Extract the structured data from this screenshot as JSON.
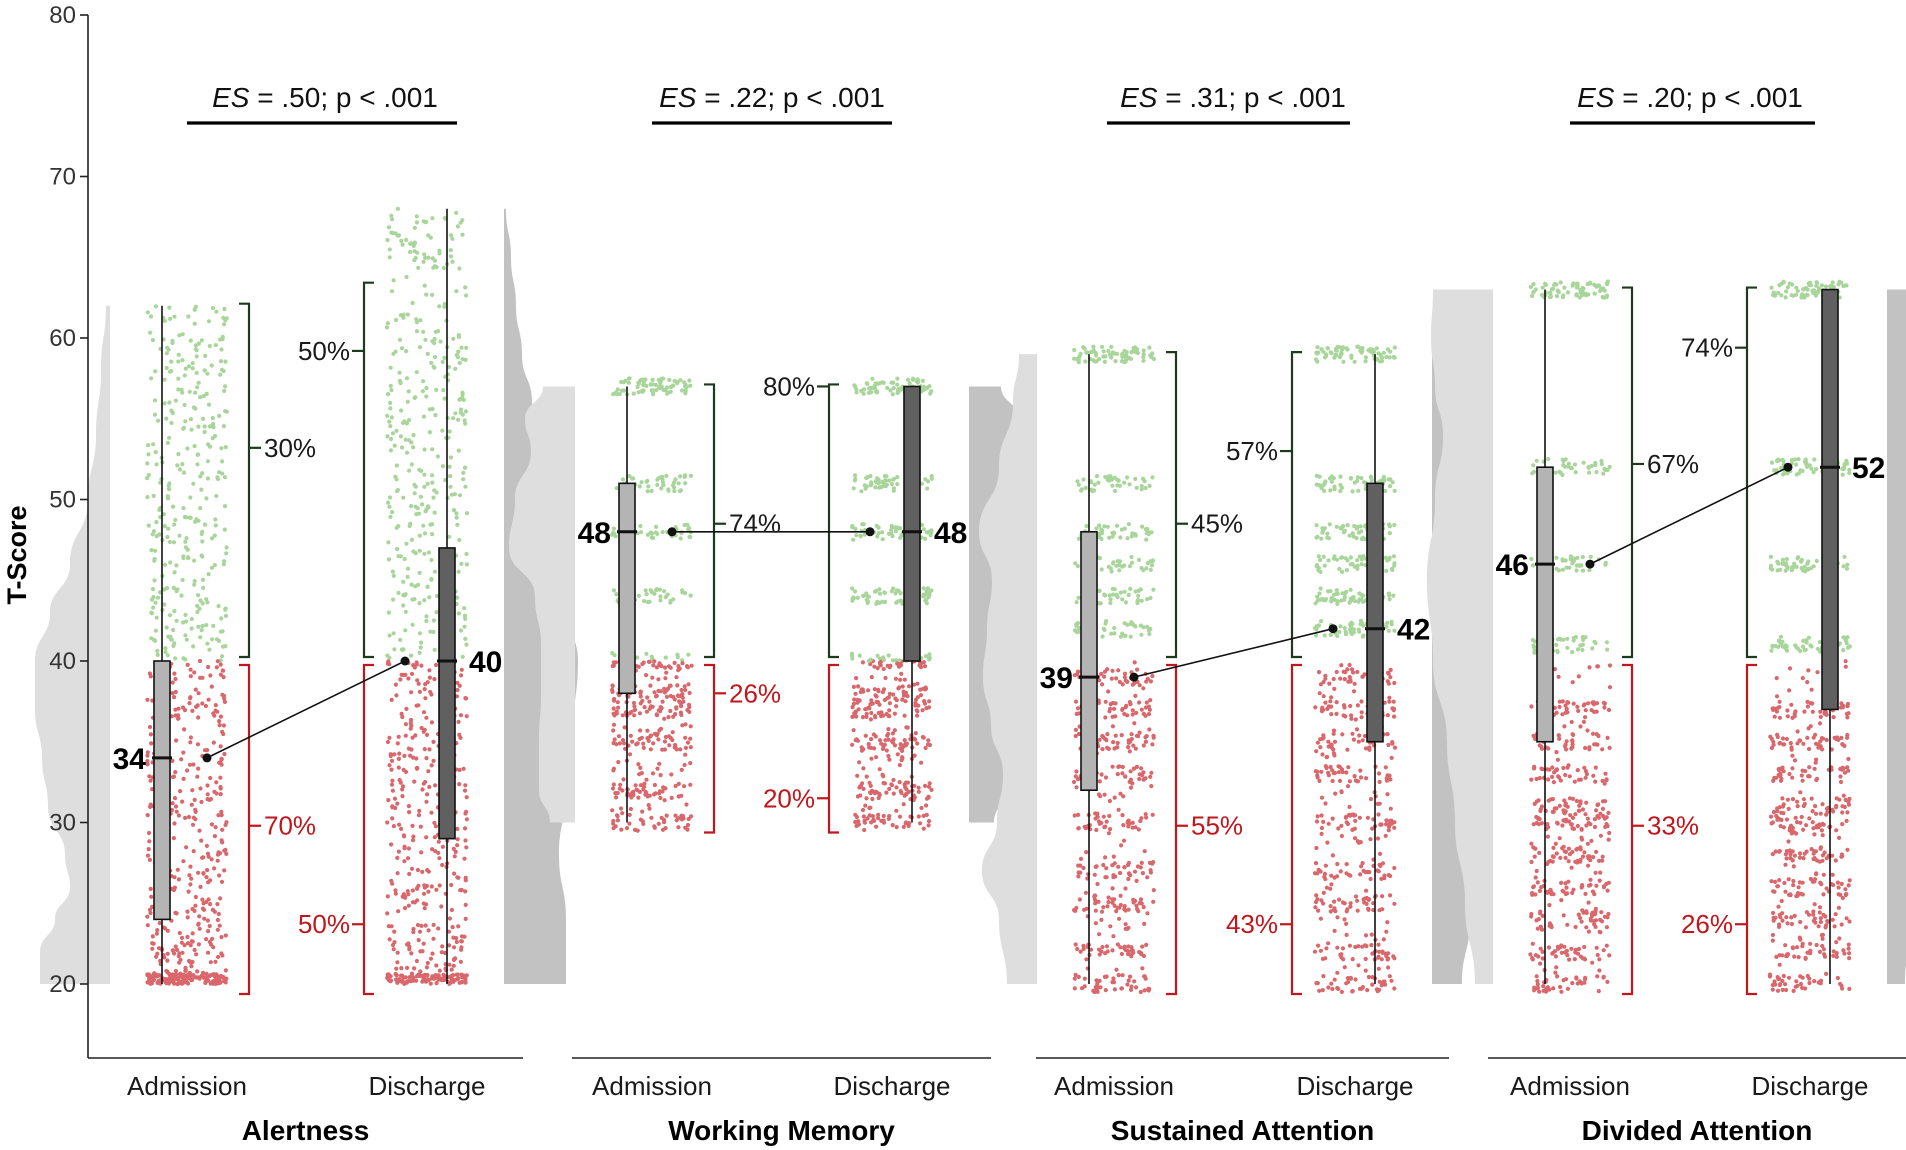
{
  "chart_data": {
    "type": "raincloud",
    "ylabel": "T-Score",
    "ylim": [
      20,
      80
    ],
    "yticks": [
      20,
      30,
      40,
      50,
      60,
      70,
      80
    ],
    "colors": {
      "above": "#a8d59a",
      "below": "#d9676b",
      "green_bracket": "#1e3a1e",
      "red_bracket": "#c0161c",
      "violin_admission": "#dedede",
      "violin_discharge": "#c2c2c2",
      "box_admission": "#b4b4b4",
      "box_discharge": "#606060"
    },
    "panels": [
      {
        "title": "Alertness",
        "es_prefix": "ES",
        "es_suffix": " = .50; p < .001",
        "threshold": 40,
        "groups": [
          {
            "label": "Admission",
            "median": 34,
            "median_label": "34",
            "q1": 24,
            "q3": 40,
            "wmin": 20,
            "wmax": 62,
            "above_pct": "30%",
            "below_pct": "70%",
            "above_tick": 53.2,
            "below_tick": 29.8
          },
          {
            "label": "Discharge",
            "median": 40,
            "median_label": "40",
            "q1": 29,
            "q3": 47,
            "wmin": 20,
            "wmax": 68,
            "above_pct": "50%",
            "below_pct": "50%",
            "above_tick": 59.2,
            "below_tick": 23.7
          }
        ]
      },
      {
        "title": "Working Memory",
        "es_prefix": "ES",
        "es_suffix": " = .22; p < .001",
        "threshold": 40,
        "groups": [
          {
            "label": "Admission",
            "median": 48,
            "median_label": "48",
            "q1": 38,
            "q3": 51,
            "wmin": 30,
            "wmax": 57,
            "above_pct": "74%",
            "below_pct": "26%",
            "above_tick": 48.5,
            "below_tick": 38.0
          },
          {
            "label": "Discharge",
            "median": 48,
            "median_label": "48",
            "q1": 40,
            "q3": 57,
            "wmin": 30,
            "wmax": 57,
            "above_pct": "80%",
            "below_pct": "20%",
            "above_tick": 57.0,
            "below_tick": 31.5
          }
        ]
      },
      {
        "title": "Sustained Attention",
        "es_prefix": "ES",
        "es_suffix": " = .31; p < .001",
        "threshold": 40,
        "groups": [
          {
            "label": "Admission",
            "median": 39,
            "median_label": "39",
            "q1": 32,
            "q3": 48,
            "wmin": 20,
            "wmax": 59,
            "above_pct": "45%",
            "below_pct": "55%",
            "above_tick": 48.5,
            "below_tick": 29.8
          },
          {
            "label": "Discharge",
            "median": 42,
            "median_label": "42",
            "q1": 35,
            "q3": 51,
            "wmin": 20,
            "wmax": 59,
            "above_pct": "57%",
            "below_pct": "43%",
            "above_tick": 53.0,
            "below_tick": 23.7
          }
        ]
      },
      {
        "title": "Divided Attention",
        "es_prefix": "ES",
        "es_suffix": " = .20; p < .001",
        "threshold": 40,
        "groups": [
          {
            "label": "Admission",
            "median": 46,
            "median_label": "46",
            "q1": 35,
            "q3": 52,
            "wmin": 20,
            "wmax": 63,
            "above_pct": "67%",
            "below_pct": "33%",
            "above_tick": 52.2,
            "below_tick": 29.8
          },
          {
            "label": "Discharge",
            "median": 52,
            "median_label": "52",
            "q1": 37,
            "q3": 63,
            "wmin": 20,
            "wmax": 63,
            "above_pct": "74%",
            "below_pct": "26%",
            "above_tick": 59.4,
            "below_tick": 23.7
          }
        ]
      }
    ]
  }
}
